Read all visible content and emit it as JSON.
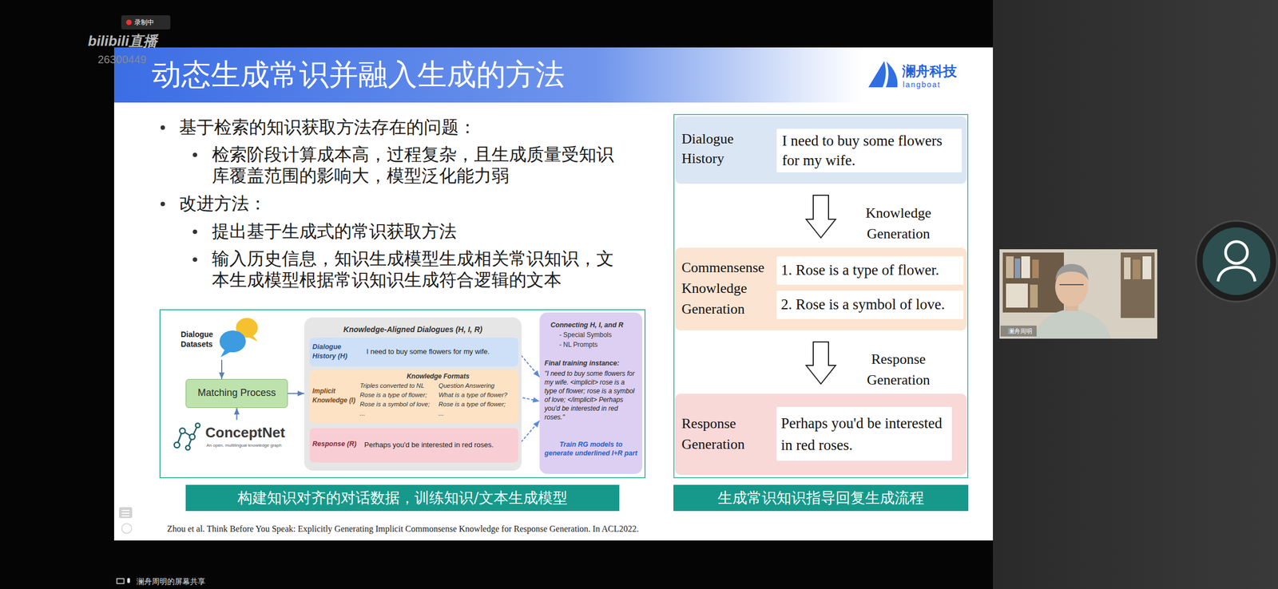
{
  "diagram": {
    "title": "动态生成常识并融入生成的方法",
    "caption": "Zhou et al. Think Before You Speak: Explicitly Generating Implicit Commonsense Knowledge for Response Generation. In ACL2022.",
    "nodes": [
      {
        "text": [
          "构建知识对齐的对话数据，训练知识/文本生成模型"
        ]
      },
      {
        "text": [
          "Dialogue Datasets"
        ],
        "in": 0
      },
      {
        "text": [
          "Matching Process"
        ],
        "in": 0
      },
      {
        "text": [
          "ConceptNet",
          "An open, multilingual knowledge graph"
        ],
        "in": 0
      },
      {
        "text": [
          "Knowledge-Aligned Dialogues (H, I, R)"
        ],
        "in": 0
      },
      {
        "text": [
          "Dialogue History (H)",
          "I need to buy some flowers for my wife."
        ],
        "in": 4
      },
      {
        "text": [
          "Implicit Knowledge (I)",
          "Knowledge Formats",
          "Triples converted to NL",
          "Rose is a type of flower;",
          "Rose is a symbol of love;",
          "...",
          "Question Answering",
          "What is a type of flower?",
          "Rose is a type of flower;",
          "..."
        ],
        "in": 4
      },
      {
        "text": [
          "Response (R)",
          "Perhaps you'd be interested in red roses."
        ],
        "in": 4
      },
      {
        "text": [
          "Connecting H, I, and R",
          "- Special Symbols",
          "- NL Prompts",
          "Final training instance:",
          "\"I need to buy some flowers for my wife. <implicit> rose is a type of flower; rose is a symbol of love; </implicit> Perhaps you'd be interested in red roses.\"",
          "Train RG models to generate underlined I+R part"
        ],
        "in": 0
      },
      {
        "text": [
          "生成常识知识指导回复生成流程"
        ]
      },
      {
        "text": [
          "Dialogue History"
        ],
        "in": 9
      },
      {
        "text": [
          "I need to buy some flowers for my wife."
        ],
        "in": 10
      },
      {
        "text": [
          "Commensense Knowledge Generation"
        ],
        "in": 9
      },
      {
        "text": [
          "1. Rose is a type of flower."
        ],
        "in": 12
      },
      {
        "text": [
          "2. Rose is a symbol of love."
        ],
        "in": 12
      },
      {
        "text": [
          "Response Generation"
        ],
        "in": 9
      },
      {
        "text": [
          "Perhaps you'd be interested in red roses."
        ],
        "in": 15
      }
    ],
    "edges": [
      {
        "from": 1,
        "to": 2,
        "arrow": "to"
      },
      {
        "from": 3,
        "to": 2,
        "arrow": "to"
      },
      {
        "from": 2,
        "to": 4,
        "arrow": "to"
      },
      {
        "from": 5,
        "to": 8,
        "arrow": "to"
      },
      {
        "from": 6,
        "to": 8,
        "arrow": "to"
      },
      {
        "from": 7,
        "to": 8,
        "arrow": "to"
      },
      {
        "from": 10,
        "to": 12,
        "label": "Knowledge Generation",
        "arrow": "to"
      },
      {
        "from": 12,
        "to": 15,
        "label": "Response Generation",
        "arrow": "to"
      }
    ],
    "labels": [
      "录制中",
      "bilibili直播",
      "26300449",
      "澜舟科技",
      "langboat",
      "基于检索的知识获取方法存在的问题：",
      "检索阶段计算成本高，过程复杂，且生成质量受知识库覆盖范围的影响大，模型泛化能力弱",
      "改进方法：",
      "提出基于生成式的常识获取方法",
      "输入历史信息，知识生成模型生成相关常识知识，文本生成模型根据常识知识生成符合逻辑的文本",
      "澜舟周明",
      "澜舟周明的屏幕共享"
    ]
  }
}
